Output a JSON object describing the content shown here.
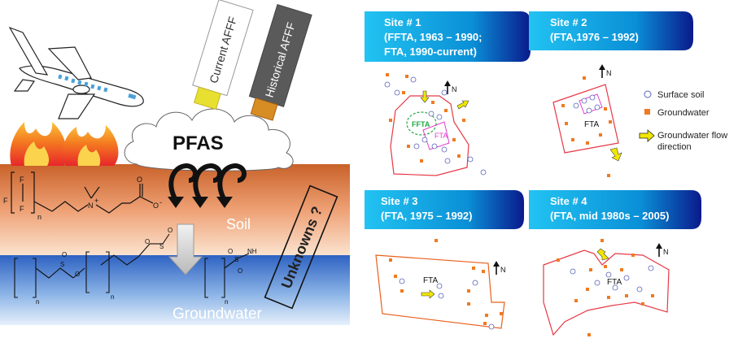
{
  "left": {
    "tubes": {
      "current": "Current AFFF",
      "historical": "Historical AFFF"
    },
    "pfas_label": "PFAS",
    "soil_label": "Soil",
    "groundwater_label": "Groundwater",
    "unknowns_label": "Unknowns ?",
    "chem": {
      "F": "F",
      "n": "n",
      "N": "N",
      "plus": "+",
      "O": "O",
      "Ominus": "O",
      "minus": "-",
      "S": "S",
      "NH": "NH"
    }
  },
  "sites": [
    {
      "title_line1": "Site # 1",
      "title_line2": "(FFTA, 1963 – 1990;",
      "title_line3": "FTA, 1990-current)",
      "labels": [
        "FFTA",
        "FTA"
      ],
      "north": "N"
    },
    {
      "title_line1": "Site # 2",
      "title_line2": "(FTA,1976 – 1992)",
      "labels": [
        "FTA"
      ],
      "north": "N"
    },
    {
      "title_line1": "Site # 3",
      "title_line2": "(FTA, 1975 – 1992)",
      "labels": [
        "FTA"
      ],
      "north": "N"
    },
    {
      "title_line1": "Site # 4",
      "title_line2": "(FTA, mid 1980s – 2005)",
      "labels": [
        "FTA"
      ],
      "north": "N"
    }
  ],
  "legend": {
    "surface_soil": "Surface soil",
    "groundwater": "Groundwater",
    "flow_line1": "Groundwater flow",
    "flow_line2": "direction"
  },
  "colors": {
    "soil": "#e9a06a",
    "groundwater": "#3b73c9",
    "header": "#1aa9e6",
    "boundary_red": "#e63946",
    "boundary_orange": "#e8601c",
    "gw_marker": "#f07a20",
    "soil_marker": "#5a63b8",
    "flow_arrow": "#f2e600",
    "ffta_green": "#22aa44",
    "fta_magenta": "#e040d0"
  }
}
